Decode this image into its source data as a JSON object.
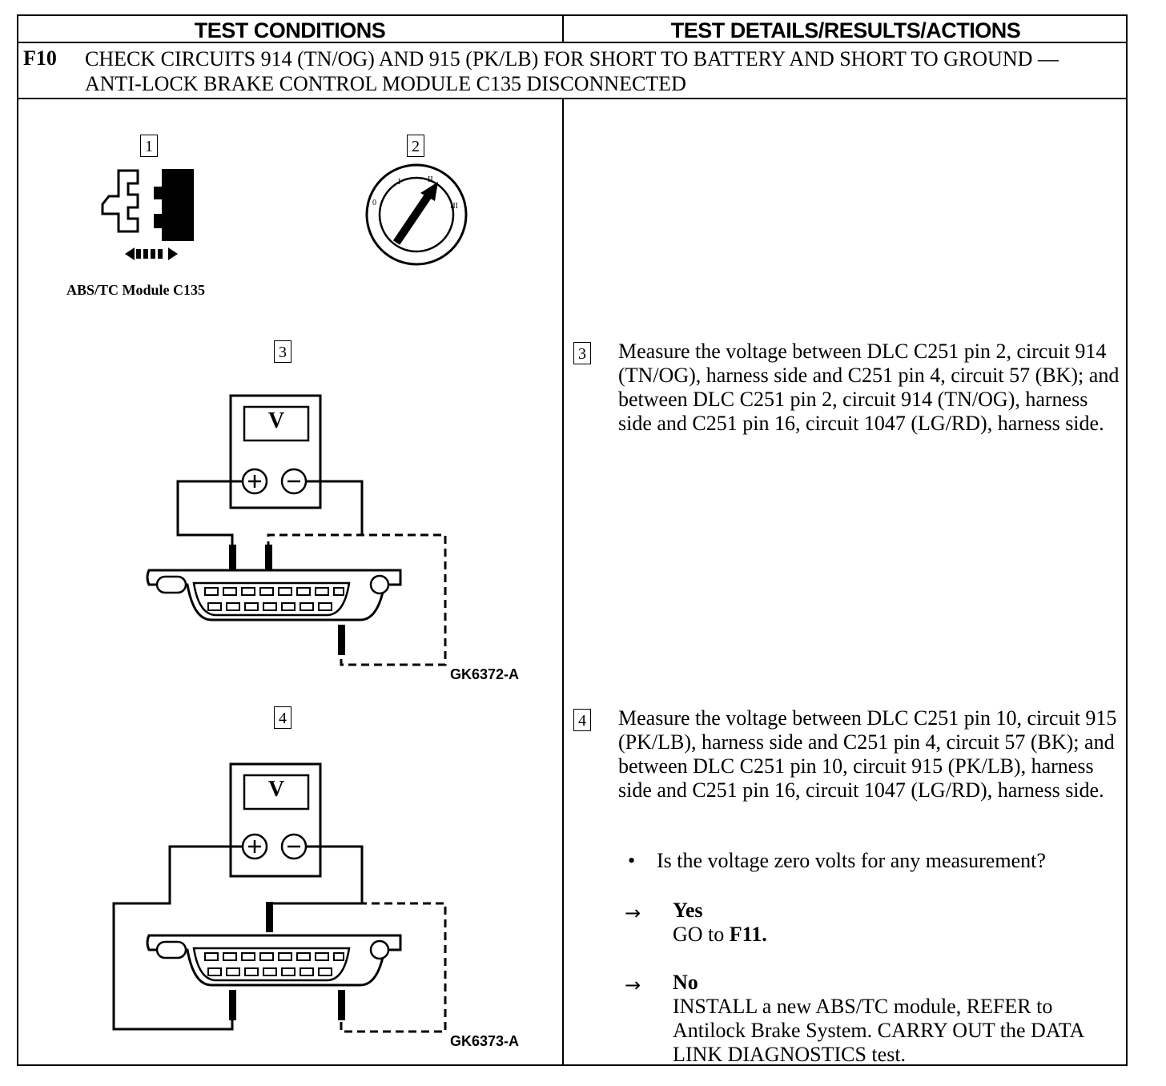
{
  "header": {
    "col_left": "TEST CONDITIONS",
    "col_right": "TEST DETAILS/RESULTS/ACTIONS"
  },
  "test": {
    "code": "F10",
    "title": "CHECK CIRCUITS 914 (TN/OG) AND 915 (PK/LB) FOR SHORT TO BATTERY AND SHORT TO GROUND — ANTI-LOCK BRAKE CONTROL MODULE C135 DISCONNECTED"
  },
  "figures": {
    "step1_num": "1",
    "step1_caption": "ABS/TC Module C135",
    "step2_num": "2",
    "ignition_positions": [
      "0",
      "I",
      "II",
      "III"
    ],
    "step3_num": "3",
    "step3_meter": "V",
    "step3_id": "GK6372-A",
    "step4_num": "4",
    "step4_meter": "V",
    "step4_id": "GK6373-A"
  },
  "details": {
    "step3_num": "3",
    "step3_text": "Measure the voltage between DLC C251 pin 2, circuit 914 (TN/OG), harness side and C251 pin 4, circuit 57 (BK); and between DLC C251 pin 2, circuit 914 (TN/OG), harness side and C251 pin 16, circuit 1047 (LG/RD), harness side.",
    "step4_num": "4",
    "step4_text": "Measure the voltage between DLC C251 pin 10, circuit 915 (PK/LB), harness side and C251 pin 4, circuit 57 (BK); and between DLC C251 pin 10, circuit 915 (PK/LB), harness side and C251 pin 16, circuit 1047 (LG/RD), harness side.",
    "question": "Is the voltage zero volts for any measurement?",
    "yes_label": "Yes",
    "yes_action_prefix": "GO to",
    "yes_action_target": "F11.",
    "no_label": "No",
    "no_action": "INSTALL a new ABS/TC module, REFER to Antilock Brake System. CARRY OUT the DATA LINK DIAGNOSTICS test."
  }
}
